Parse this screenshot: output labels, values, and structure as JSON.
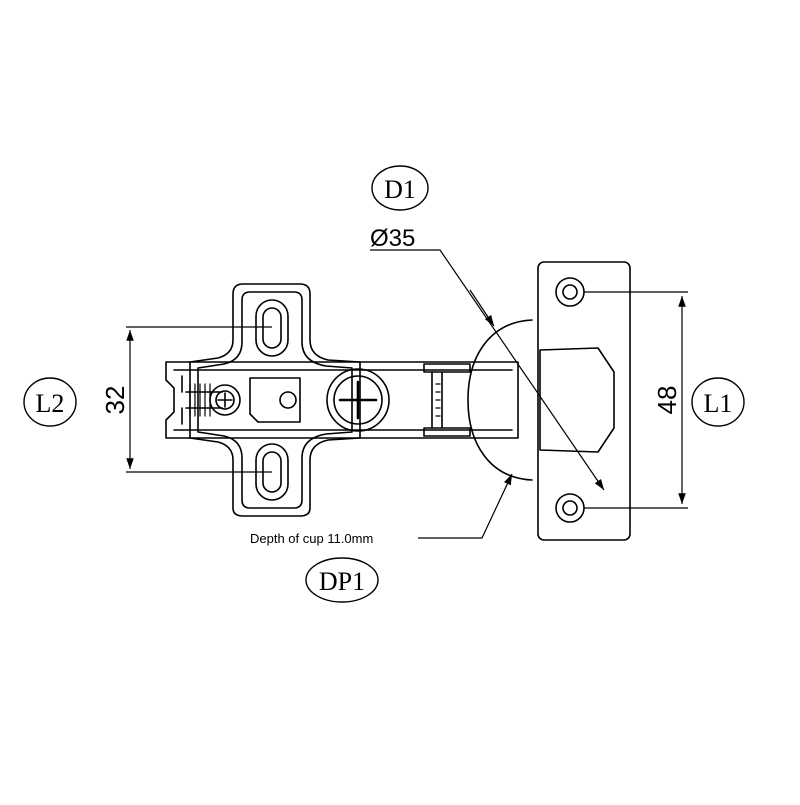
{
  "labels": {
    "d1": "D1",
    "l1": "L1",
    "l2": "L2",
    "dp1": "DP1"
  },
  "dimensions": {
    "cup_diameter": "Ø35",
    "hole_spacing_l1": "48",
    "hole_spacing_l2": "32",
    "cup_depth": "Depth of cup 11.0mm"
  },
  "colors": {
    "line": "#000000",
    "background": "#ffffff"
  }
}
